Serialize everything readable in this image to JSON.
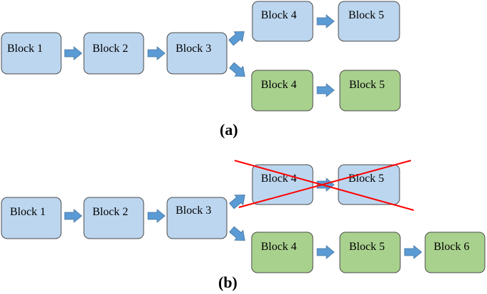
{
  "colors": {
    "blue_fill": "#bcd6ef",
    "green_fill": "#a9d18e",
    "border": "#4a4a4a",
    "arrow": "#5b9bd5",
    "arrow_stroke": "#41719c",
    "cross": "#ff0000"
  },
  "diagram_a": {
    "caption": "(a)",
    "blocks": {
      "b1": "Block 1",
      "b2": "Block 2",
      "b3": "Block 3",
      "b4_top": "Block 4",
      "b5_top": "Block 5",
      "b4_bottom": "Block 4",
      "b5_bottom": "Block 5"
    }
  },
  "diagram_b": {
    "caption": "(b)",
    "blocks": {
      "b1": "Block 1",
      "b2": "Block 2",
      "b3": "Block 3",
      "b4_top": "Block 4",
      "b5_top": "Block 5",
      "b4_bottom": "Block 4",
      "b5_bottom": "Block 5",
      "b6_bottom": "Block 6"
    }
  }
}
